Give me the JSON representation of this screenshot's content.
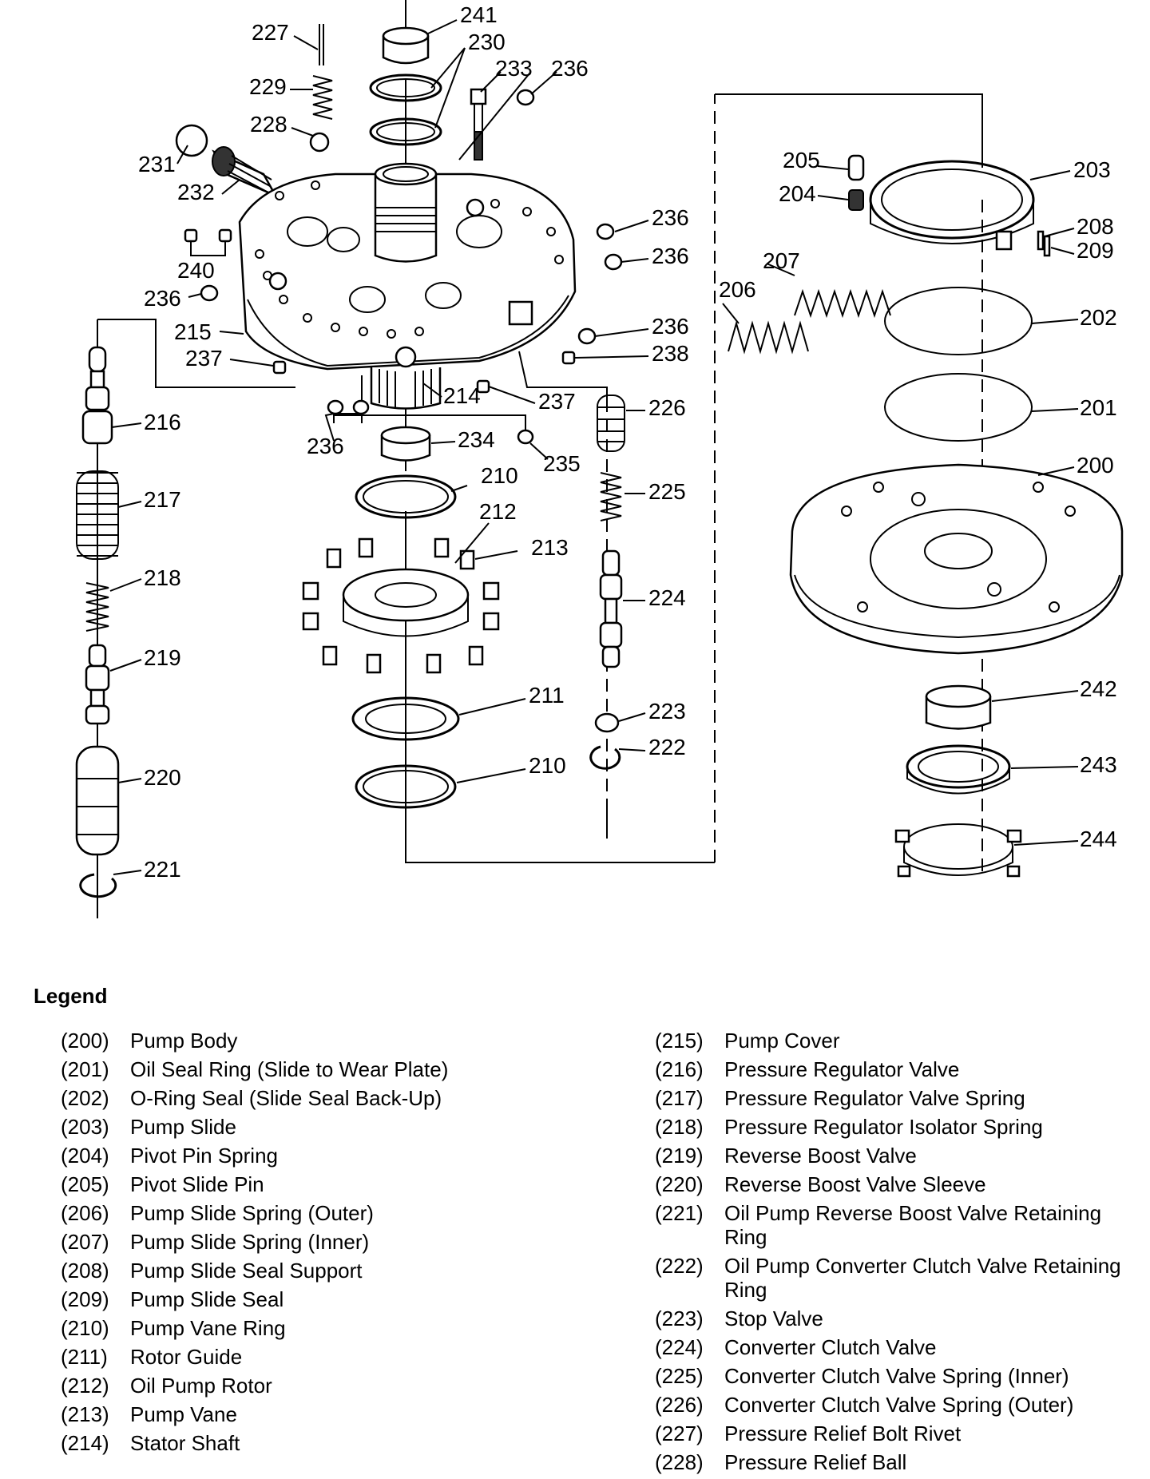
{
  "callouts": [
    {
      "id": "c241",
      "text": "241"
    },
    {
      "id": "c230",
      "text": "230"
    },
    {
      "id": "c227",
      "text": "227"
    },
    {
      "id": "c233",
      "text": "233"
    },
    {
      "id": "c236a",
      "text": "236"
    },
    {
      "id": "c229",
      "text": "229"
    },
    {
      "id": "c228",
      "text": "228"
    },
    {
      "id": "c231",
      "text": "231"
    },
    {
      "id": "c232",
      "text": "232"
    },
    {
      "id": "c236b",
      "text": "236"
    },
    {
      "id": "c236c",
      "text": "236"
    },
    {
      "id": "c240",
      "text": "240"
    },
    {
      "id": "c236d",
      "text": "236"
    },
    {
      "id": "c215",
      "text": "215"
    },
    {
      "id": "c236e",
      "text": "236"
    },
    {
      "id": "c238",
      "text": "238"
    },
    {
      "id": "c237a",
      "text": "237"
    },
    {
      "id": "c214",
      "text": "214"
    },
    {
      "id": "c237b",
      "text": "237"
    },
    {
      "id": "c226",
      "text": "226"
    },
    {
      "id": "c216",
      "text": "216"
    },
    {
      "id": "c236f",
      "text": "236"
    },
    {
      "id": "c234",
      "text": "234"
    },
    {
      "id": "c235",
      "text": "235"
    },
    {
      "id": "c210a",
      "text": "210"
    },
    {
      "id": "c225",
      "text": "225"
    },
    {
      "id": "c217",
      "text": "217"
    },
    {
      "id": "c212",
      "text": "212"
    },
    {
      "id": "c213",
      "text": "213"
    },
    {
      "id": "c218",
      "text": "218"
    },
    {
      "id": "c224",
      "text": "224"
    },
    {
      "id": "c219",
      "text": "219"
    },
    {
      "id": "c211",
      "text": "211"
    },
    {
      "id": "c223",
      "text": "223"
    },
    {
      "id": "c222",
      "text": "222"
    },
    {
      "id": "c220",
      "text": "220"
    },
    {
      "id": "c210b",
      "text": "210"
    },
    {
      "id": "c221",
      "text": "221"
    },
    {
      "id": "c205",
      "text": "205"
    },
    {
      "id": "c203",
      "text": "203"
    },
    {
      "id": "c204",
      "text": "204"
    },
    {
      "id": "c208",
      "text": "208"
    },
    {
      "id": "c209",
      "text": "209"
    },
    {
      "id": "c207",
      "text": "207"
    },
    {
      "id": "c206",
      "text": "206"
    },
    {
      "id": "c202",
      "text": "202"
    },
    {
      "id": "c201",
      "text": "201"
    },
    {
      "id": "c200",
      "text": "200"
    },
    {
      "id": "c242",
      "text": "242"
    },
    {
      "id": "c243",
      "text": "243"
    },
    {
      "id": "c244",
      "text": "244"
    }
  ],
  "legend": {
    "title": "Legend",
    "left": [
      {
        "num": "(200)",
        "label": "Pump Body"
      },
      {
        "num": "(201)",
        "label": "Oil Seal Ring (Slide to Wear Plate)"
      },
      {
        "num": "(202)",
        "label": "O-Ring Seal (Slide Seal Back-Up)"
      },
      {
        "num": "(203)",
        "label": "Pump Slide"
      },
      {
        "num": "(204)",
        "label": "Pivot Pin Spring"
      },
      {
        "num": "(205)",
        "label": "Pivot Slide Pin"
      },
      {
        "num": "(206)",
        "label": "Pump Slide Spring (Outer)"
      },
      {
        "num": "(207)",
        "label": "Pump Slide Spring (Inner)"
      },
      {
        "num": "(208)",
        "label": "Pump Slide Seal Support"
      },
      {
        "num": "(209)",
        "label": "Pump Slide Seal"
      },
      {
        "num": "(210)",
        "label": "Pump Vane Ring"
      },
      {
        "num": "(211)",
        "label": "Rotor Guide"
      },
      {
        "num": "(212)",
        "label": "Oil Pump Rotor"
      },
      {
        "num": "(213)",
        "label": "Pump Vane"
      },
      {
        "num": "(214)",
        "label": "Stator Shaft"
      }
    ],
    "right": [
      {
        "num": "(215)",
        "label": "Pump Cover"
      },
      {
        "num": "(216)",
        "label": "Pressure Regulator Valve"
      },
      {
        "num": "(217)",
        "label": "Pressure Regulator Valve Spring"
      },
      {
        "num": "(218)",
        "label": "Pressure Regulator Isolator Spring"
      },
      {
        "num": "(219)",
        "label": "Reverse Boost Valve"
      },
      {
        "num": "(220)",
        "label": "Reverse Boost Valve Sleeve"
      },
      {
        "num": "(221)",
        "label": "Oil Pump Reverse Boost Valve Retaining Ring"
      },
      {
        "num": "(222)",
        "label": "Oil Pump Converter Clutch Valve Retaining Ring"
      },
      {
        "num": "(223)",
        "label": "Stop Valve"
      },
      {
        "num": "(224)",
        "label": "Converter Clutch Valve"
      },
      {
        "num": "(225)",
        "label": "Converter Clutch Valve Spring (Inner)"
      },
      {
        "num": "(226)",
        "label": "Converter Clutch Valve Spring (Outer)"
      },
      {
        "num": "(227)",
        "label": "Pressure Relief Bolt Rivet"
      },
      {
        "num": "(228)",
        "label": "Pressure Relief Ball"
      }
    ]
  }
}
